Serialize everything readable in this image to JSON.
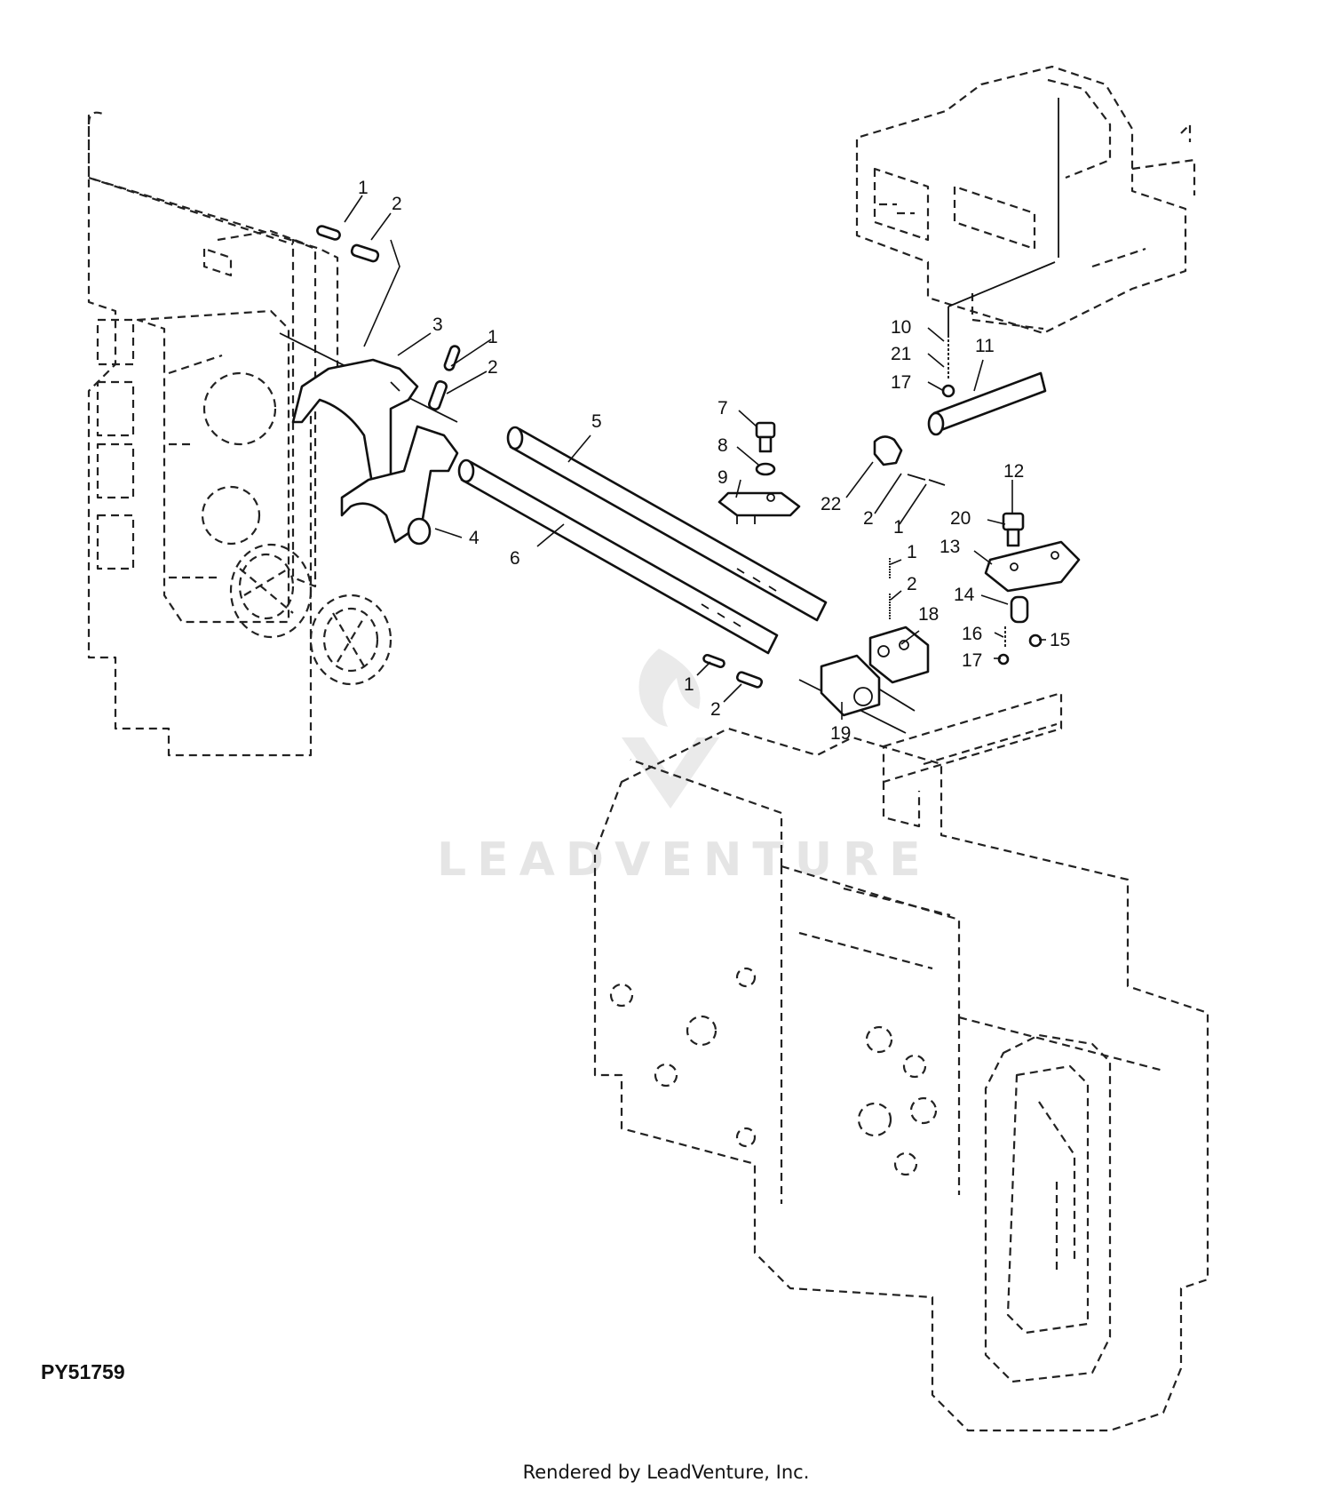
{
  "figure": {
    "id_label": "PY51759",
    "credit": "Rendered by LeadVenture, Inc.",
    "watermark": "LEADVENTURE"
  },
  "callouts": [
    {
      "id": "c1a",
      "text": "1"
    },
    {
      "id": "c2a",
      "text": "2"
    },
    {
      "id": "c3",
      "text": "3"
    },
    {
      "id": "c1b",
      "text": "1"
    },
    {
      "id": "c2b",
      "text": "2"
    },
    {
      "id": "c4",
      "text": "4"
    },
    {
      "id": "c5",
      "text": "5"
    },
    {
      "id": "c6",
      "text": "6"
    },
    {
      "id": "c7",
      "text": "7"
    },
    {
      "id": "c8",
      "text": "8"
    },
    {
      "id": "c9",
      "text": "9"
    },
    {
      "id": "c22",
      "text": "22"
    },
    {
      "id": "c2c",
      "text": "2"
    },
    {
      "id": "c1c",
      "text": "1"
    },
    {
      "id": "c10",
      "text": "10"
    },
    {
      "id": "c21",
      "text": "21"
    },
    {
      "id": "c17a",
      "text": "17"
    },
    {
      "id": "c11",
      "text": "11"
    },
    {
      "id": "c12",
      "text": "12"
    },
    {
      "id": "c20",
      "text": "20"
    },
    {
      "id": "c13",
      "text": "13"
    },
    {
      "id": "c1d",
      "text": "1"
    },
    {
      "id": "c2d",
      "text": "2"
    },
    {
      "id": "c14",
      "text": "14"
    },
    {
      "id": "c18",
      "text": "18"
    },
    {
      "id": "c16",
      "text": "16"
    },
    {
      "id": "c15",
      "text": "15"
    },
    {
      "id": "c17b",
      "text": "17"
    },
    {
      "id": "c1e",
      "text": "1"
    },
    {
      "id": "c2e",
      "text": "2"
    },
    {
      "id": "c19",
      "text": "19"
    }
  ]
}
